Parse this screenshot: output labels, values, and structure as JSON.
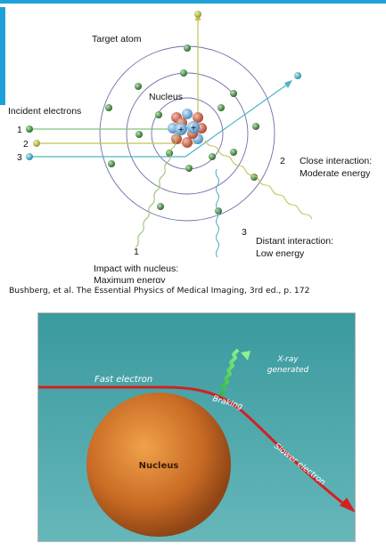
{
  "top_diagram": {
    "target_atom_label": "Target atom",
    "nucleus_label": "Nucleus",
    "incident_electrons_label": "Incident electrons",
    "incident_numbers": [
      "1",
      "2",
      "3"
    ],
    "close_interaction": {
      "number": "2",
      "line1": "Close interaction:",
      "line2": "Moderate energy"
    },
    "distant_interaction": {
      "number": "3",
      "line1": "Distant interaction:",
      "line2": "Low energy"
    },
    "impact_nucleus": {
      "number": "1",
      "line1": "Impact with nucleus:",
      "line2": "Maximum energy"
    },
    "nucleus_symbols": [
      "+",
      "+"
    ],
    "colors": {
      "electron_green": "#3f7a3a",
      "path_green": "#7fc47a",
      "path_yellow": "#c4c25a",
      "path_cyan": "#4fb3c8",
      "xray_wave": "#9dc47a",
      "xray_wave_cyan": "#5fb0c8"
    }
  },
  "caption": "Bushberg, et al. The Essential Physics of Medical Imaging, 3rd ed., p. 172",
  "bottom_diagram": {
    "fast_electron_label": "Fast electron",
    "braking_label": "Braking",
    "slower_electron_label": "Slower electron",
    "xray_label_line1": "X-ray",
    "xray_label_line2": "generated",
    "nucleus_label": "Nucleus",
    "colors": {
      "background": "#4aa5a8",
      "electron_path": "#d42020",
      "nucleus": "#c86a2a",
      "xray_arrow": "#4bd84b"
    }
  }
}
